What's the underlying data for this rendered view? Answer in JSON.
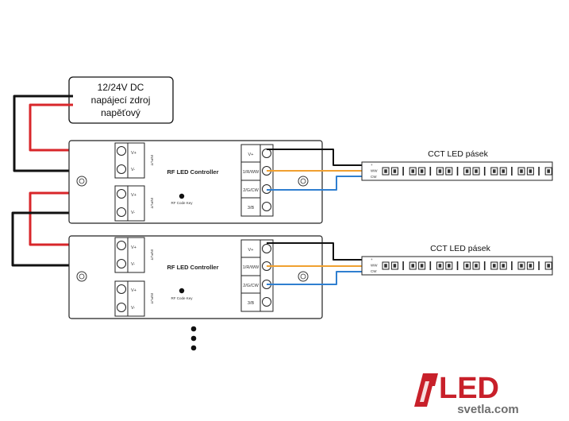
{
  "power_supply": {
    "line1": "12/24V DC",
    "line2": "napájecí zdroj",
    "line3": "napěťový"
  },
  "controllers": [
    {
      "title": "RF LED Controller",
      "code_key": "RF Code Key",
      "input_labels": [
        "V+",
        "V-"
      ],
      "input_tag": "INPUT",
      "output_labels": [
        "V+",
        "1/R/WW",
        "2/G/CW",
        "3/B"
      ]
    },
    {
      "title": "RF LED Controller",
      "code_key": "RF Code Key",
      "input_labels": [
        "V+",
        "V-"
      ],
      "input_tag": "INPUT",
      "output_labels": [
        "V+",
        "1/R/WW",
        "2/G/CW",
        "3/B"
      ]
    }
  ],
  "strips": [
    {
      "title": "CCT LED pásek",
      "pads": [
        "+",
        "WW",
        "CW"
      ]
    },
    {
      "title": "CCT LED pásek",
      "pads": [
        "+",
        "WW",
        "CW"
      ]
    }
  ],
  "logo": {
    "brand": "LED",
    "domain": "svetla.com"
  },
  "colors": {
    "wire_red": "#d8262a",
    "wire_black": "#111111",
    "wire_orange": "#f0a030",
    "wire_blue": "#2f7fd0",
    "logo_red": "#c8202a",
    "logo_gray": "#6e6e6e"
  }
}
